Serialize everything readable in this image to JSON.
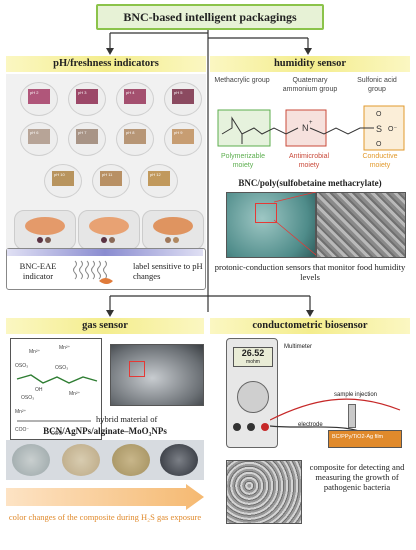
{
  "title": "BNC-based intelligent packagings",
  "ph": {
    "header": "pH/freshness indicators",
    "dish_labels": [
      "pH 2",
      "pH 3",
      "pH 4",
      "pH 5",
      "pH 6",
      "pH 7",
      "pH 8",
      "pH 9",
      "pH 10",
      "pH 11",
      "pH 12"
    ],
    "dish_colors": [
      "#b0567a",
      "#9c4868",
      "#a4506f",
      "#8b4a60",
      "#b7a497",
      "#a89486",
      "#b79676",
      "#c79d72",
      "#b8945e",
      "#b89064",
      "#c1995c"
    ],
    "indicator_label": "BNC-EAE indicator",
    "sensitive_label": "label sensitive to pH changes"
  },
  "humidity": {
    "header": "humidity sensor",
    "groups": [
      "Methacrylic group",
      "Quaternary ammonium group",
      "Sulfonic acid group"
    ],
    "moieties": [
      "Polymerizable moiety",
      "Antimicrobial moiety",
      "Conductive moiety"
    ],
    "moiety_colors": [
      "#5cae4e",
      "#c94a3a",
      "#e29a2d"
    ],
    "composite": "BNC/poly(sulfobetaine methacrylate)",
    "caption": "protonic-conduction sensors that monitor food humidity levels"
  },
  "gas": {
    "header": "gas sensor",
    "material_line1": "hybrid material of",
    "material_line2": "BCN/AgNPs/alginate–MoO₃NPs",
    "color_change": "color changes of the composite during H₂S gas exposure"
  },
  "bio": {
    "header": "conductometric biosensor",
    "reading": "26.52",
    "reading_unit": "mohm",
    "multimeter": "Multimeter",
    "sample_injection": "sample injection",
    "electrode": "electrode",
    "film": "BC/PPy/TiO2-Ag film",
    "caption": "composite for detecting and measuring the growth of pathogenic bacteria"
  },
  "colors": {
    "accent": "#8bc34a",
    "header_fill": "#f4ed8d",
    "arrow": "#f5b971"
  }
}
